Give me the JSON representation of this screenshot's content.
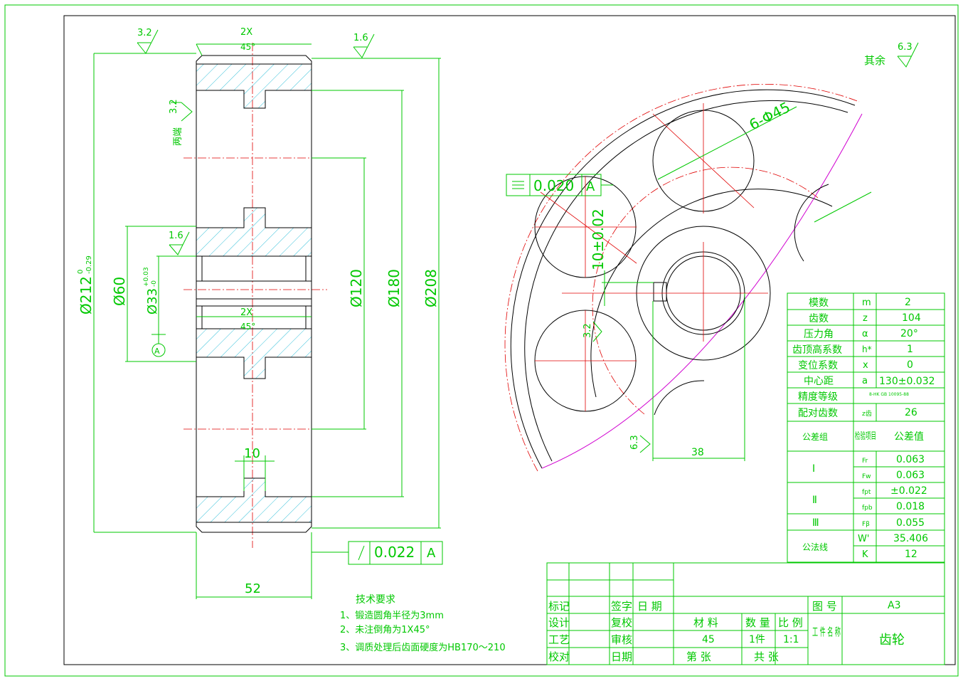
{
  "side_view": {
    "roughness_top_left": "3.2",
    "roughness_top_right": "1.6",
    "roughness_side": "3.2",
    "roughness_bore": "1.6",
    "both_ends": "两端",
    "chamfer_top": "2X",
    "chamfer_top_angle": "45°",
    "chamfer_mid": "2X",
    "chamfer_mid_angle": "45°",
    "dim_outer": "Ø212",
    "dim_outer_tol_upper": "0",
    "dim_outer_tol_lower": "-0.29",
    "dim_hub": "Ø60",
    "dim_bore": "Ø33",
    "dim_bore_tol_upper": "+0.03",
    "dim_bore_tol_lower": "-0",
    "dim_120": "Ø120",
    "dim_180": "Ø180",
    "dim_208": "Ø208",
    "dim_web": "10",
    "dim_width": "52",
    "datum": "A",
    "runout_value": "0.022",
    "runout_datum": "A"
  },
  "front_view": {
    "holes": "6-Φ45",
    "parallel_value": "0.020",
    "parallel_datum": "A",
    "keyway_dim": "10±0.02",
    "roughness_keyway": "3.2",
    "roughness_rim": "6.3",
    "dim_38": "38"
  },
  "general_roughness": {
    "label": "其余",
    "value": "6.3"
  },
  "tech_requirements": {
    "title": "技术要求",
    "items": [
      "1、锻造圆角半径为3mm",
      "2、未注倒角为1X45°",
      "3、调质处理后齿面硬度为HB170～210"
    ]
  },
  "params_table": {
    "rows": [
      [
        "模数",
        "m",
        "2"
      ],
      [
        "齿数",
        "z",
        "104"
      ],
      [
        "压力角",
        "α",
        "20°"
      ],
      [
        "齿顶高系数",
        "h*",
        "1"
      ],
      [
        "变位系数",
        "x",
        "0"
      ],
      [
        "中心距",
        "a",
        "130±0.032"
      ],
      [
        "精度等级",
        "",
        "8-HK GB 10095-88"
      ],
      [
        "配对齿数",
        "z齿",
        "26"
      ]
    ],
    "tolerance_header": {
      "group": "公差组",
      "item": "检验项目",
      "value": "公差值"
    },
    "groups": [
      {
        "group": "Ⅰ",
        "rows": [
          [
            "Fr",
            "0.063"
          ],
          [
            "Fw",
            "0.063"
          ]
        ]
      },
      {
        "group": "Ⅱ",
        "rows": [
          [
            "fpt",
            "±0.022"
          ],
          [
            "fpb",
            "0.018"
          ]
        ]
      },
      {
        "group": "Ⅲ",
        "rows": [
          [
            "Fβ",
            "0.055"
          ]
        ]
      }
    ],
    "normal_line": {
      "label": "公法线",
      "rows": [
        [
          "W'",
          "35.406"
        ],
        [
          "K",
          "12"
        ]
      ]
    }
  },
  "title_block": {
    "labels": {
      "mark": "标记",
      "design": "设计",
      "process": "工艺",
      "proof": "校对",
      "sign": "签字",
      "date": "日 期",
      "check": "复校",
      "review": "审核",
      "date2": "日期",
      "material": "材 料",
      "quantity": "数 量",
      "scale": "比 例",
      "drawing_no": "图 号",
      "part_name": "工 件 名 称",
      "sheet": "第    张",
      "total": "共    张"
    },
    "values": {
      "material": "45",
      "quantity": "1件",
      "scale": "1:1",
      "drawing_no": "A3",
      "part_name": "齿轮"
    }
  }
}
